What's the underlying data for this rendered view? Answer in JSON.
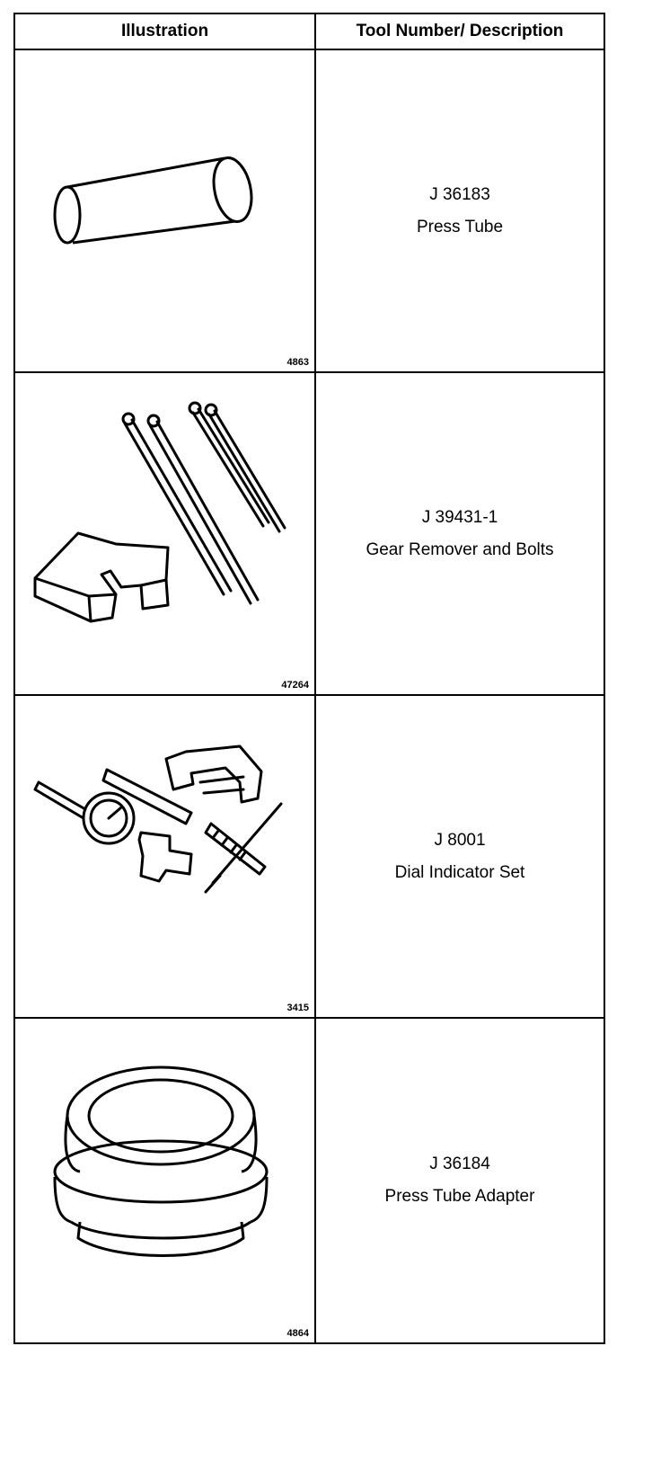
{
  "header": {
    "illustration": "Illustration",
    "tool": "Tool Number/ Description"
  },
  "tools": [
    {
      "figure": "4863",
      "number": "J 36183",
      "description": "Press Tube",
      "icon": "press-tube-icon"
    },
    {
      "figure": "47264",
      "number": "J 39431-1",
      "description": "Gear Remover and Bolts",
      "icon": "gear-remover-bolts-icon"
    },
    {
      "figure": "3415",
      "number": "J 8001",
      "description": "Dial Indicator Set",
      "icon": "dial-indicator-set-icon"
    },
    {
      "figure": "4864",
      "number": "J 36184",
      "description": "Press Tube Adapter",
      "icon": "press-tube-adapter-icon"
    }
  ]
}
